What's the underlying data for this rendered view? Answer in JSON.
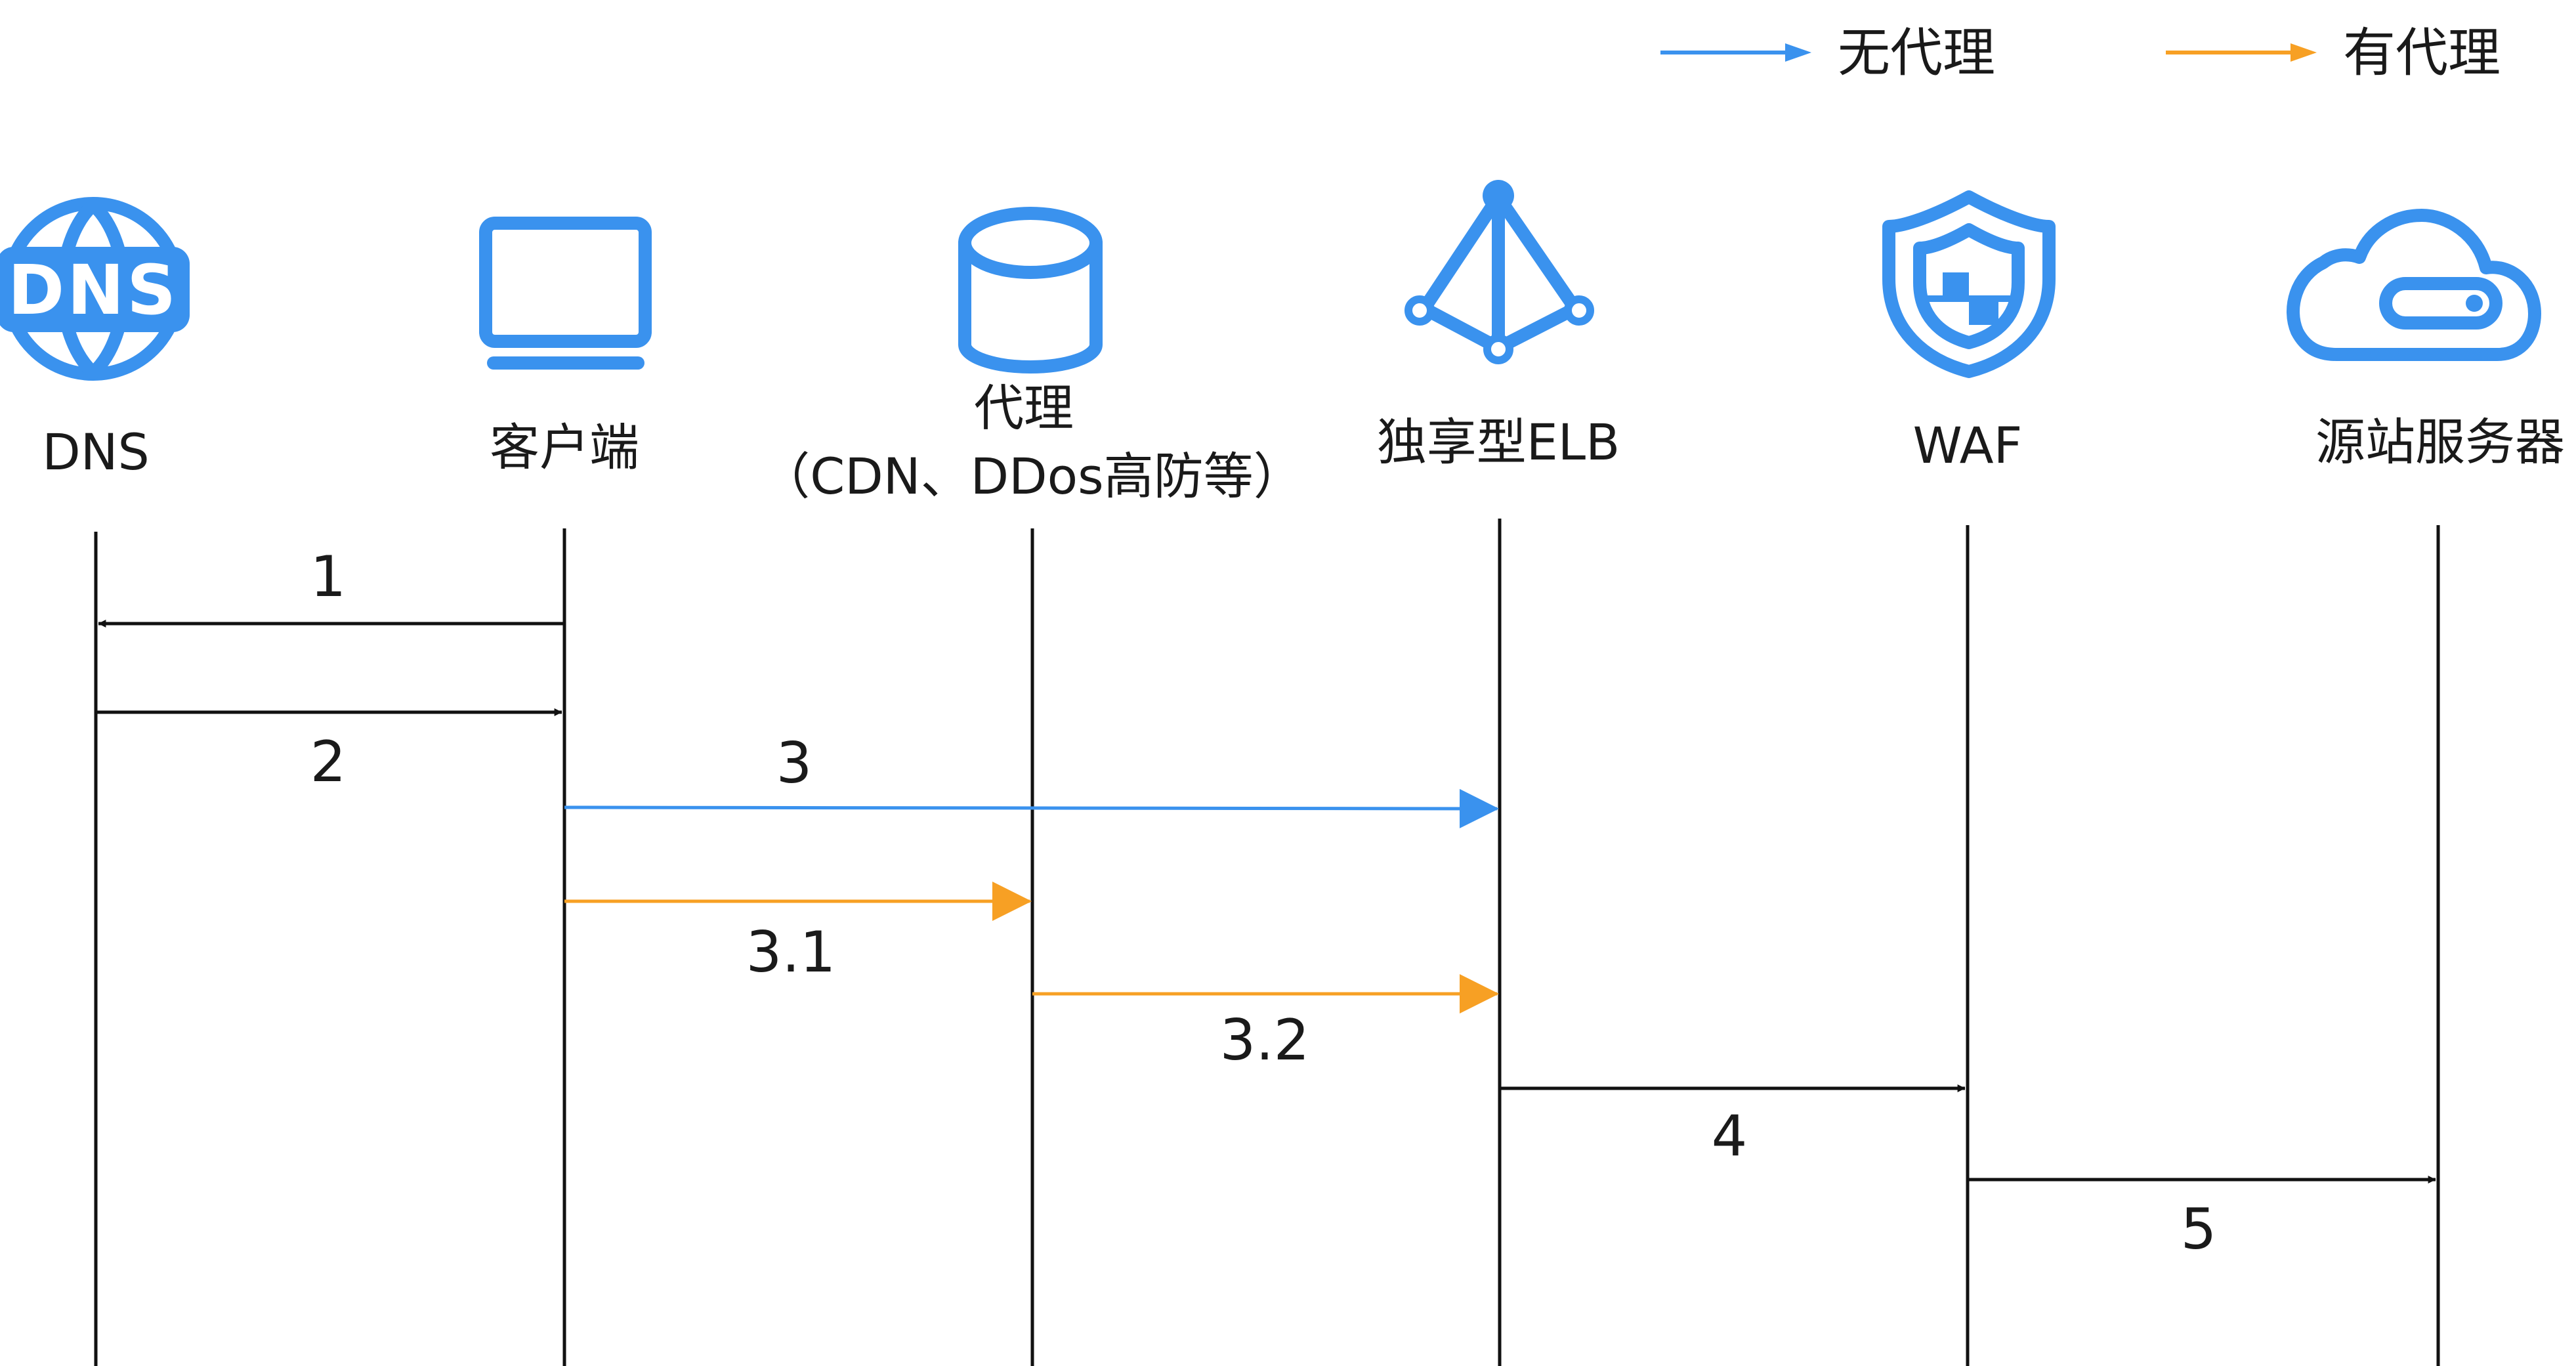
{
  "legend": {
    "no_proxy": {
      "label": "无代理",
      "color": "#3a92ee"
    },
    "with_proxy": {
      "label": "有代理",
      "color": "#f7a024"
    }
  },
  "actors": {
    "dns": {
      "label": "DNS",
      "icon": "dns-globe-icon"
    },
    "client": {
      "label": "客户端",
      "icon": "monitor-icon"
    },
    "proxy": {
      "label": "代理",
      "sublabel": "（CDN、DDos高防等）",
      "icon": "database-cylinder-icon"
    },
    "elb": {
      "label": "独享型ELB",
      "icon": "load-balancer-icon"
    },
    "waf": {
      "label": "WAF",
      "icon": "shield-icon"
    },
    "origin": {
      "label": "源站服务器",
      "icon": "cloud-server-icon"
    }
  },
  "messages": [
    {
      "id": "m1",
      "label": "1",
      "from": "client",
      "to": "dns",
      "kind": "default"
    },
    {
      "id": "m2",
      "label": "2",
      "from": "dns",
      "to": "client",
      "kind": "default"
    },
    {
      "id": "m3",
      "label": "3",
      "from": "client",
      "to": "elb",
      "kind": "no_proxy"
    },
    {
      "id": "m31",
      "label": "3.1",
      "from": "client",
      "to": "proxy",
      "kind": "with_proxy"
    },
    {
      "id": "m32",
      "label": "3.2",
      "from": "proxy",
      "to": "elb",
      "kind": "with_proxy"
    },
    {
      "id": "m4",
      "label": "4",
      "from": "elb",
      "to": "waf",
      "kind": "default"
    },
    {
      "id": "m5",
      "label": "5",
      "from": "waf",
      "to": "origin",
      "kind": "default"
    }
  ],
  "colors": {
    "default_line": "#111111",
    "icon": "#3a92ee"
  }
}
